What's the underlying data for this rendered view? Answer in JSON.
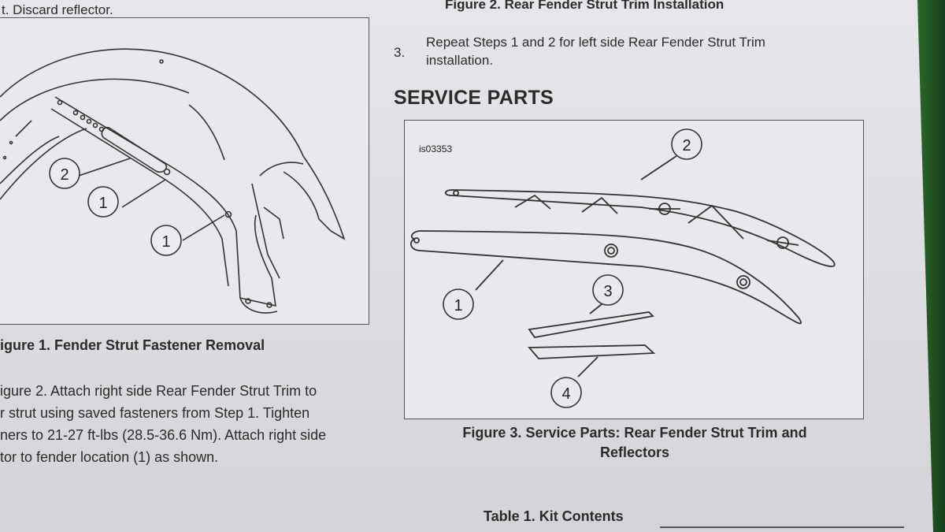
{
  "left_column": {
    "top_line": "t. Discard reflector.",
    "figure1_callouts": [
      "2",
      "1",
      "1"
    ],
    "figure1_caption": "igure 1. Fender Strut Fastener Removal",
    "step_lines": [
      "igure 2. Attach right side Rear Fender Strut Trim to",
      "r strut using saved fasteners from Step 1. Tighten",
      "ners to 21-27 ft-lbs (28.5-36.6 Nm). Attach right side",
      "tor to fender location (1) as shown."
    ]
  },
  "right_column": {
    "figure2_caption": "Figure 2. Rear Fender Strut Trim Installation",
    "step3_number": "3.",
    "step3_lines": [
      "Repeat Steps 1 and 2 for left side Rear Fender Strut Trim",
      "installation."
    ],
    "section_heading": "SERVICE PARTS",
    "figure3": {
      "image_id": "is03353",
      "callouts": [
        "2",
        "1",
        "3",
        "4"
      ],
      "caption_lines": [
        "Figure 3. Service Parts: Rear Fender Strut Trim and",
        "Reflectors"
      ]
    },
    "table_title": "Table 1. Kit Contents"
  }
}
